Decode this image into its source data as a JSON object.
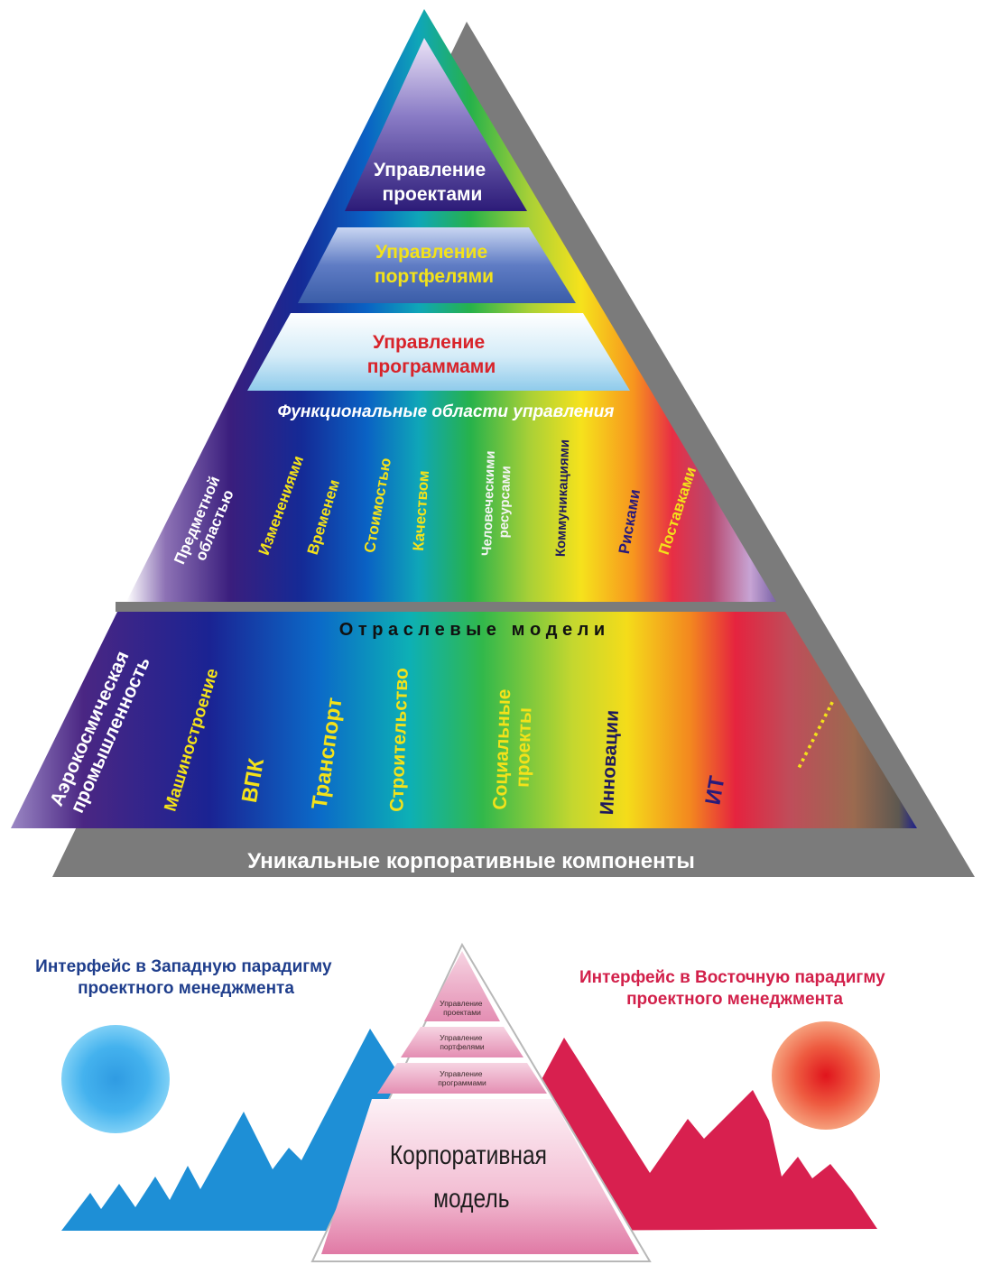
{
  "pyramid": {
    "tiers": {
      "projects": [
        "Управление",
        "проектами"
      ],
      "portfolios": [
        "Управление",
        "портфелями"
      ],
      "programs": [
        "Управление",
        "программами"
      ]
    },
    "functional_title": "Функциональные области управления",
    "functional_areas": [
      [
        "Предметной",
        "областью"
      ],
      [
        "Изменениями"
      ],
      [
        "Временем"
      ],
      [
        "Стоимостью"
      ],
      [
        "Качеством"
      ],
      [
        "Человеческими",
        "ресурсами"
      ],
      [
        "Коммуникациями"
      ],
      [
        "Рисками"
      ],
      [
        "Поставками"
      ]
    ],
    "industry_title": "О т р а с л е в ы е   м о д е л и",
    "industries": [
      [
        "Аэрокосмическая",
        "промышленность"
      ],
      [
        "Машиностроение"
      ],
      [
        "ВПК"
      ],
      [
        "Транспорт"
      ],
      [
        "Строительство"
      ],
      [
        "Социальные",
        "проекты"
      ],
      [
        "Инновации"
      ],
      [
        "ИТ"
      ],
      [
        "……….."
      ]
    ],
    "base_label": "Уникальные корпоративные компоненты"
  },
  "bottom": {
    "west_label": [
      "Интерфейс в Западную парадигму",
      "проектного менеджмента"
    ],
    "east_label": [
      "Интерфейс в Восточную парадигму",
      "проектного менеджмента"
    ],
    "mini_tiers": {
      "projects": [
        "Управление",
        "проектами"
      ],
      "portfolios": [
        "Управление",
        "портфелями"
      ],
      "programs": [
        "Управление",
        "программами"
      ]
    },
    "corporate_model": [
      "Корпоративная",
      "модель"
    ]
  },
  "colors": {
    "west_blue": "#1e8fd6",
    "east_red": "#d8204f",
    "shadow_gray": "#7b7b7b",
    "west_text": "#1f3e8c",
    "east_text": "#d2204a"
  }
}
